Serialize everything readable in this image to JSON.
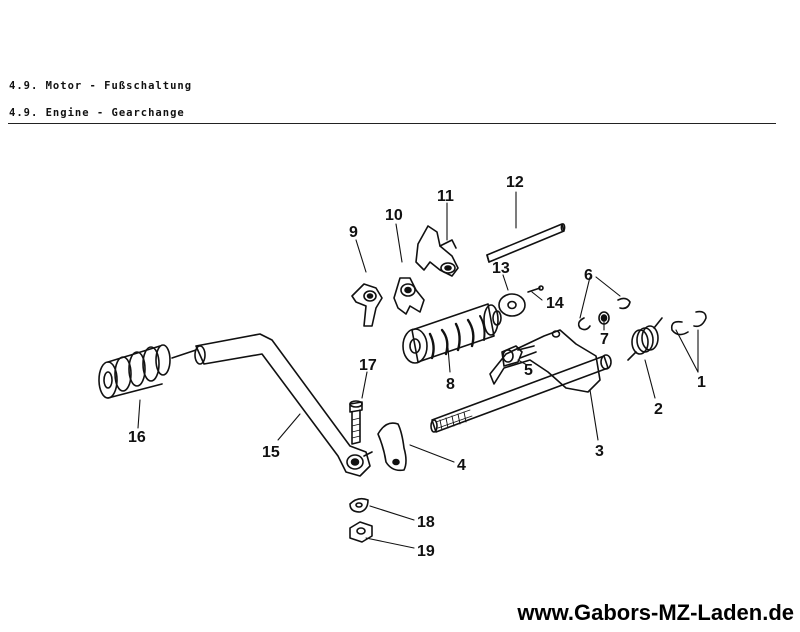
{
  "header": {
    "line1": "4.9. Motor - Fußschaltung",
    "line2": "4.9. Engine - Gearchange"
  },
  "parts": {
    "p1": "1",
    "p2": "2",
    "p3": "3",
    "p4": "4",
    "p5": "5",
    "p6": "6",
    "p7": "7",
    "p8": "8",
    "p9": "9",
    "p10": "10",
    "p11": "11",
    "p12": "12",
    "p13": "13",
    "p14": "14",
    "p15": "15",
    "p16": "16",
    "p17": "17",
    "p18": "18",
    "p19": "19"
  },
  "footer": {
    "website": "www.Gabors-MZ-Laden.de"
  },
  "colors": {
    "ink": "#111111",
    "background": "#ffffff"
  }
}
